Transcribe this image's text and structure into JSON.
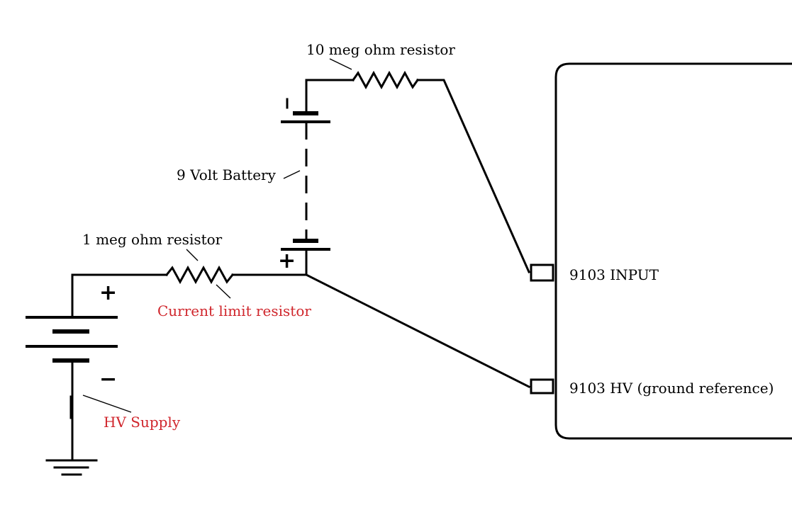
{
  "labels": {
    "resistor_10meg": "10 meg ohm resistor",
    "battery_9v": "9 Volt Battery",
    "resistor_1meg": "1 meg ohm resistor",
    "current_limit": "Current limit resistor",
    "hv_supply": "HV Supply",
    "input_9103": "9103 INPUT",
    "hv_9103": "9103 HV (ground reference)"
  },
  "signs": {
    "battery_plus": "+",
    "supply_plus": "+",
    "supply_minus": "−"
  },
  "colors": {
    "wire": "#000000",
    "annotation_red": "#d0262c",
    "background": "#ffffff"
  }
}
